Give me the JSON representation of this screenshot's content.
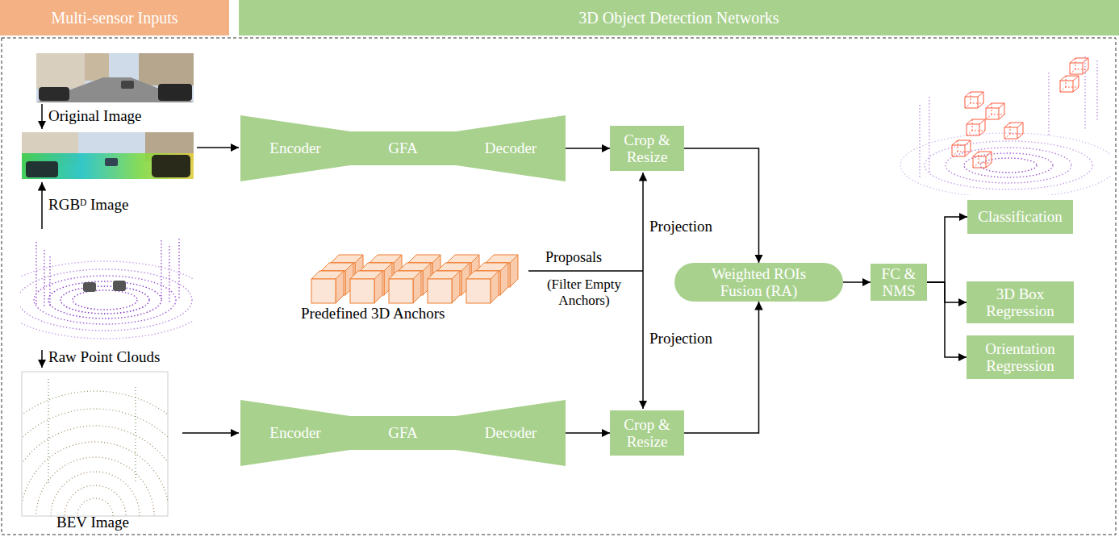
{
  "diagram": {
    "nodes": [
      {
        "text": [
          "Multi-sensor Inputs"
        ]
      },
      {
        "text": [
          "3D Object Detection Networks"
        ]
      },
      {
        "text": [
          "Encoder"
        ]
      },
      {
        "text": [
          "GFA"
        ]
      },
      {
        "text": [
          "Decoder"
        ]
      },
      {
        "text": [
          "Crop & Resize"
        ]
      },
      {
        "text": [
          "Weighted ROIs Fusion (RA)"
        ]
      },
      {
        "text": [
          "FC & NMS"
        ]
      },
      {
        "text": [
          "Classification"
        ]
      },
      {
        "text": [
          "3D Box Regression"
        ]
      },
      {
        "text": [
          "Orientation Regression"
        ]
      },
      {
        "text": [
          "Encoder"
        ]
      },
      {
        "text": [
          "GFA"
        ]
      },
      {
        "text": [
          "Decoder"
        ]
      },
      {
        "text": [
          "Crop & Resize"
        ]
      }
    ],
    "edges": [
      {
        "from": 4,
        "to": 5,
        "arrow": "to"
      },
      {
        "from": 5,
        "to": 6,
        "arrow": "to"
      },
      {
        "from": 6,
        "to": 7,
        "arrow": "to"
      },
      {
        "from": 7,
        "to": 8,
        "arrow": "to"
      },
      {
        "from": 7,
        "to": 9,
        "arrow": "to"
      },
      {
        "from": 7,
        "to": 10,
        "arrow": "to"
      },
      {
        "from": 13,
        "to": 14,
        "arrow": "to"
      },
      {
        "from": 14,
        "to": 6,
        "arrow": "to"
      }
    ],
    "labels": [
      "Original Image",
      "RGBᴰ Image",
      "Projection",
      "Proposals",
      "(Filter Empty Anchors)",
      "Predefined 3D Anchors",
      "Projection",
      "Raw Point Clouds",
      "BEV Image"
    ]
  }
}
